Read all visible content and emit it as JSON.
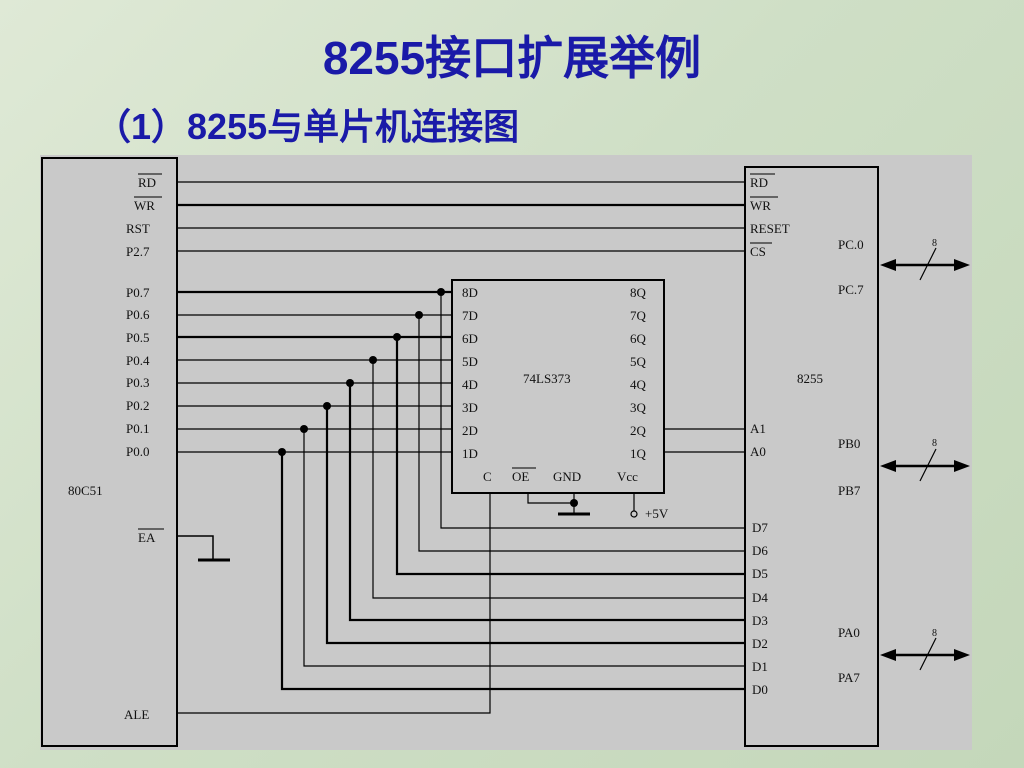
{
  "slide": {
    "title": "8255接口扩展举例",
    "subtitle": "（1）8255与单片机连接图"
  },
  "mcu": {
    "name": "80C51",
    "top_pins": [
      "RD",
      "WR",
      "RST",
      "P2.7"
    ],
    "p0_pins": [
      "P0.7",
      "P0.6",
      "P0.5",
      "P0.4",
      "P0.3",
      "P0.2",
      "P0.1",
      "P0.0"
    ],
    "ea": "EA",
    "ale": "ALE"
  },
  "latch": {
    "name": "74LS373",
    "d_pins": [
      "8D",
      "7D",
      "6D",
      "5D",
      "4D",
      "3D",
      "2D",
      "1D"
    ],
    "q_pins": [
      "8Q",
      "7Q",
      "6Q",
      "5Q",
      "4Q",
      "3Q",
      "2Q",
      "1Q"
    ],
    "bottom_pins": [
      "C",
      "OE",
      "GND",
      "Vcc"
    ],
    "vcc_label": "+5V"
  },
  "ppi": {
    "name": "8255",
    "top_pins": [
      "RD",
      "WR",
      "RESET",
      "CS"
    ],
    "addr_pins": [
      "A1",
      "A0"
    ],
    "data_pins": [
      "D7",
      "D6",
      "D5",
      "D4",
      "D3",
      "D2",
      "D1",
      "D0"
    ],
    "port_c": [
      "PC.0",
      "PC.7"
    ],
    "port_b": [
      "PB0",
      "PB7"
    ],
    "port_a": [
      "PA0",
      "PA7"
    ],
    "bus_width": "8"
  }
}
